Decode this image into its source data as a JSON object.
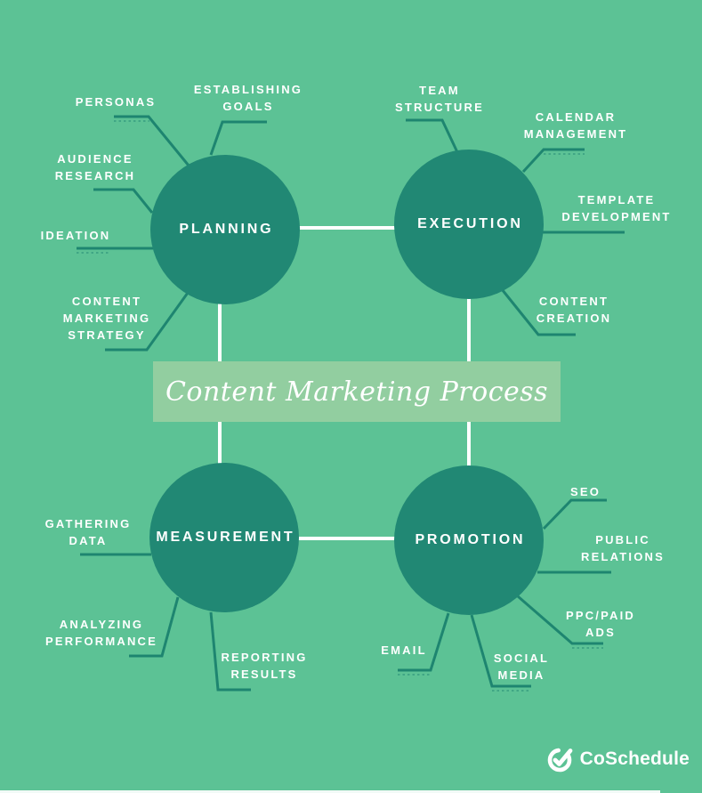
{
  "title": {
    "text": "Content Marketing Process"
  },
  "hubs": [
    {
      "id": "planning",
      "label": "PLANNING"
    },
    {
      "id": "execution",
      "label": "EXECUTION"
    },
    {
      "id": "measurement",
      "label": "MEASUREMENT"
    },
    {
      "id": "promotion",
      "label": "PROMOTION"
    }
  ],
  "spokes": [
    {
      "hub": "planning",
      "label": "PERSONAS"
    },
    {
      "hub": "planning",
      "label": "ESTABLISHING\nGOALS"
    },
    {
      "hub": "planning",
      "label": "AUDIENCE\nRESEARCH"
    },
    {
      "hub": "planning",
      "label": "IDEATION"
    },
    {
      "hub": "planning",
      "label": "CONTENT\nMARKETING\nSTRATEGY"
    },
    {
      "hub": "execution",
      "label": "TEAM\nSTRUCTURE"
    },
    {
      "hub": "execution",
      "label": "CALENDAR\nMANAGEMENT"
    },
    {
      "hub": "execution",
      "label": "TEMPLATE\nDEVELOPMENT"
    },
    {
      "hub": "execution",
      "label": "CONTENT\nCREATION"
    },
    {
      "hub": "measurement",
      "label": "GATHERING\nDATA"
    },
    {
      "hub": "measurement",
      "label": "ANALYZING\nPERFORMANCE"
    },
    {
      "hub": "measurement",
      "label": "REPORTING\nRESULTS"
    },
    {
      "hub": "promotion",
      "label": "SEO"
    },
    {
      "hub": "promotion",
      "label": "PUBLIC\nRELATIONS"
    },
    {
      "hub": "promotion",
      "label": "PPC/PAID\nADS"
    },
    {
      "hub": "promotion",
      "label": "EMAIL"
    },
    {
      "hub": "promotion",
      "label": "SOCIAL\nMEDIA"
    }
  ],
  "logo": {
    "text": "CoSchedule"
  },
  "colors": {
    "background": "#5CC295",
    "hub_circle": "#218874",
    "spoke_line": "#1E8570",
    "connector_white": "#FFFFFF",
    "banner_bg": "#92CEA0",
    "text": "#FFFFFF"
  }
}
